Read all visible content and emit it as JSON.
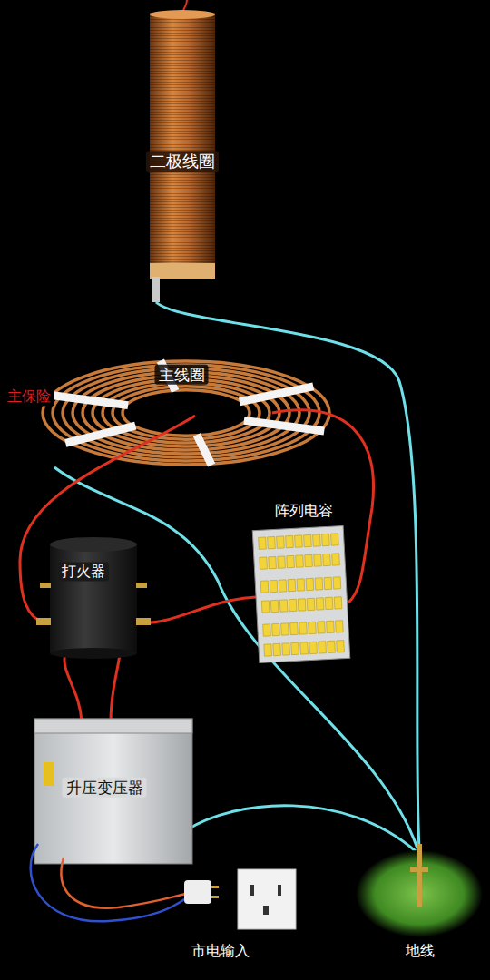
{
  "diagram": {
    "labels": [
      "二极线圈",
      "主线圈",
      "主保险",
      "阵列电容",
      "打火器",
      "升压变压器",
      "市电输入",
      "地线"
    ]
  }
}
